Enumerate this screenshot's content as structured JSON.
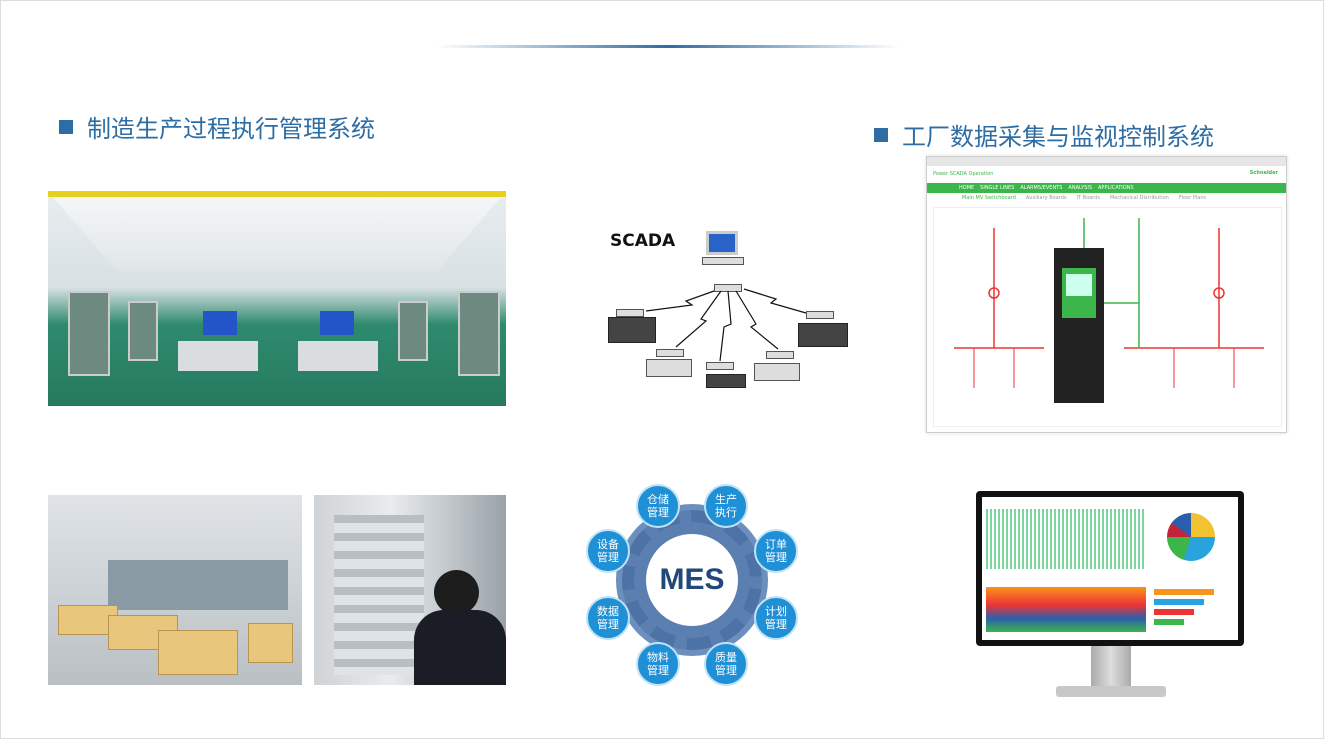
{
  "left_section": {
    "title": "制造生产过程执行管理系统"
  },
  "right_section": {
    "title": "工厂数据采集与监视控制系统"
  },
  "scada_diagram": {
    "label": "SCADA"
  },
  "mes_diagram": {
    "center": "MES",
    "modules": [
      "仓储\n管理",
      "生产\n执行",
      "订单\n管理",
      "计划\n管理",
      "质量\n管理",
      "物料\n管理",
      "数据\n管理",
      "设备\n管理"
    ]
  },
  "scada_screen": {
    "brand": "Power SCADA Operation",
    "vendor": "Schneider",
    "nav": [
      "HOME",
      "SINGLE LINES",
      "ALARMS/EVENTS",
      "ANALYSIS",
      "APPLICATIONS"
    ],
    "subnav": [
      "Main MV Switchboard",
      "Auxiliary Boards",
      "IT Boards",
      "Mechanical Distribution",
      "Floor Plans"
    ]
  },
  "colors": {
    "accent": "#2e6da4",
    "scada_green": "#3cb54a",
    "mes_bubble": "#1f8fd6"
  }
}
